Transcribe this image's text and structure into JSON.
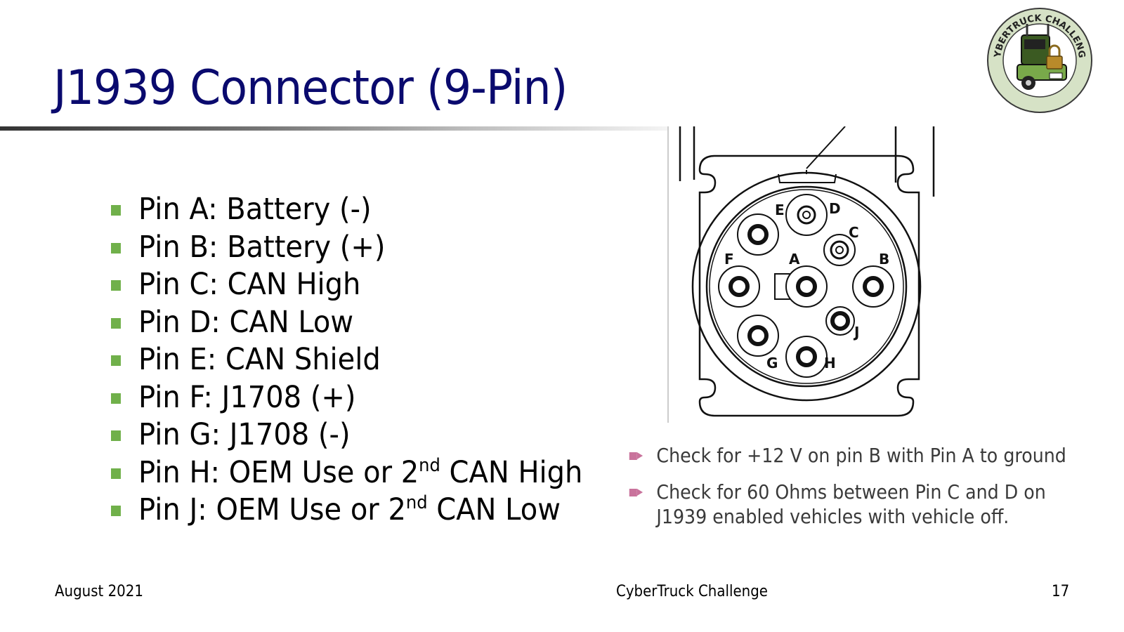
{
  "slide": {
    "title": "J1939 Connector (9-Pin)",
    "logo": {
      "text": "CYBERTRUCK CHALLENGE",
      "icon": "truck-padlock-logo"
    },
    "pins": [
      {
        "text": "Pin A: Battery (-)"
      },
      {
        "text": "Pin B: Battery (+)"
      },
      {
        "text": "Pin C: CAN High"
      },
      {
        "text": "Pin D: CAN Low"
      },
      {
        "text": "Pin E: CAN Shield"
      },
      {
        "text": "Pin F: J1708 (+)"
      },
      {
        "text": "Pin G: J1708 (-)"
      },
      {
        "text_before": "Pin H: OEM Use or 2",
        "sup": "nd",
        "text_after": " CAN High"
      },
      {
        "text_before": "Pin J: OEM Use or 2",
        "sup": "nd",
        "text_after": " CAN Low"
      }
    ],
    "diagram": {
      "labels": {
        "A": "A",
        "B": "B",
        "C": "C",
        "D": "D",
        "E": "E",
        "F": "F",
        "G": "G",
        "H": "H",
        "J": "J"
      }
    },
    "checks": [
      "Check for +12 V on pin B with Pin A to ground",
      "Check for 60 Ohms between Pin C and D on J1939 enabled vehicles with vehicle off."
    ],
    "footer": {
      "date": "August 2021",
      "event": "CyberTruck Challenge",
      "page": "17"
    },
    "colors": {
      "title": "#0a0a6e",
      "bullet": "#70b04a",
      "arrow": "#c9739c"
    }
  }
}
